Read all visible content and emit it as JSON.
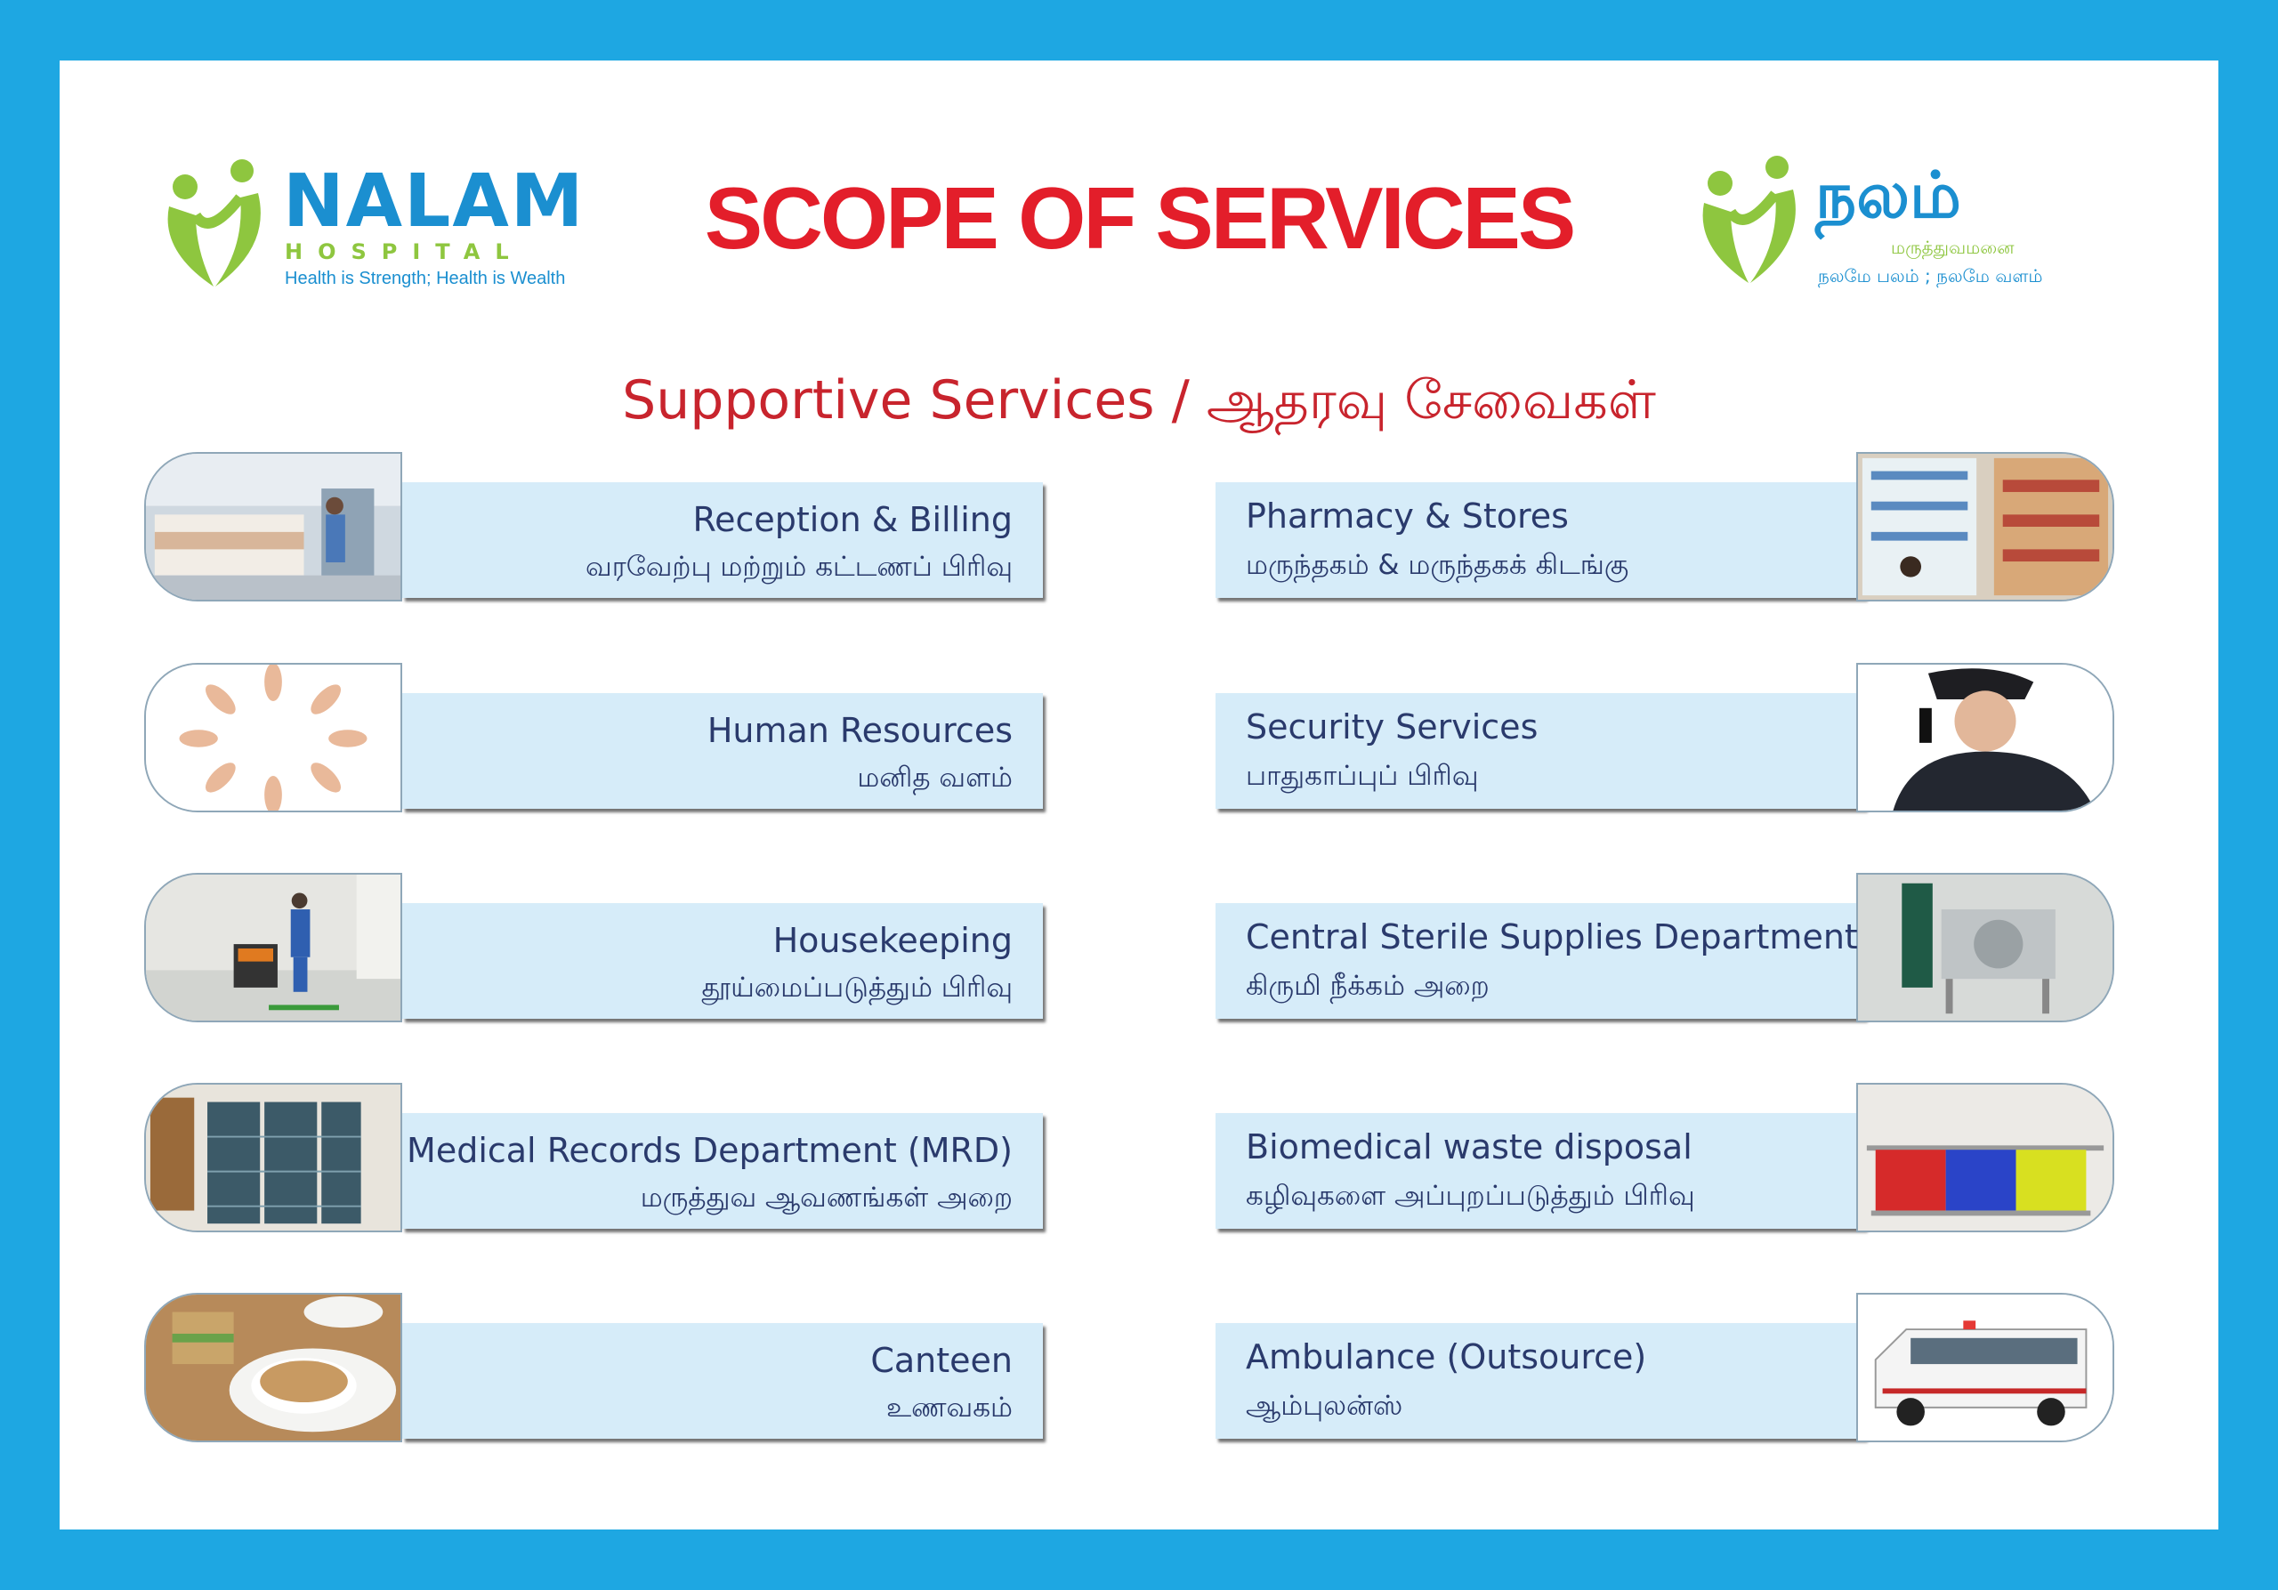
{
  "header": {
    "title": "SCOPE OF SERVICES",
    "section_title": "Supportive Services / ஆதரவு சேவைகள்"
  },
  "logo_left": {
    "name": "NALAM",
    "sub": "HOSPITAL",
    "tagline": "Health is Strength; Health is Wealth"
  },
  "logo_right": {
    "name": "நலம்",
    "sub": "மருத்துவமனை",
    "tagline": "நலமே பலம் ; நலமே வளம்"
  },
  "colors": {
    "border_blue": "#1ea7e2",
    "title_red": "#e31e2a",
    "brand_blue": "#1b8fd0",
    "brand_green": "#8ec63f",
    "panel_blue": "#d6ecf9",
    "text_navy": "#2a3a6c"
  },
  "services_left": [
    {
      "en": "Reception & Billing",
      "ta": "வரவேற்பு மற்றும் கட்டணப் பிரிவு",
      "photo": "reception-photo"
    },
    {
      "en": "Human Resources",
      "ta": "மனித வளம்",
      "photo": "hands-circle-photo"
    },
    {
      "en": "Housekeeping",
      "ta": "தூய்மைப்படுத்தும் பிரிவு",
      "photo": "housekeeping-photo"
    },
    {
      "en": "Medical Records Department (MRD)",
      "ta": "மருத்துவ ஆவணங்கள் அறை",
      "photo": "records-cabinet-photo"
    },
    {
      "en": "Canteen",
      "ta": "உணவகம்",
      "photo": "tea-sandwich-photo"
    }
  ],
  "services_right": [
    {
      "en": "Pharmacy & Stores",
      "ta": "மருந்தகம் & மருந்தகக் கிடங்கு",
      "photo": "pharmacy-shelves-photo"
    },
    {
      "en": "Security Services",
      "ta": "பாதுகாப்புப் பிரிவு",
      "photo": "security-guard-photo"
    },
    {
      "en": "Central Sterile Supplies Department",
      "ta": "கிருமி நீக்கம் அறை",
      "photo": "sterilizer-photo"
    },
    {
      "en": "Biomedical waste disposal",
      "ta": "கழிவுகளை அப்புறப்படுத்தும் பிரிவு",
      "photo": "waste-bins-photo"
    },
    {
      "en": "Ambulance (Outsource)",
      "ta": "ஆம்புலன்ஸ்",
      "photo": "ambulance-photo"
    }
  ]
}
